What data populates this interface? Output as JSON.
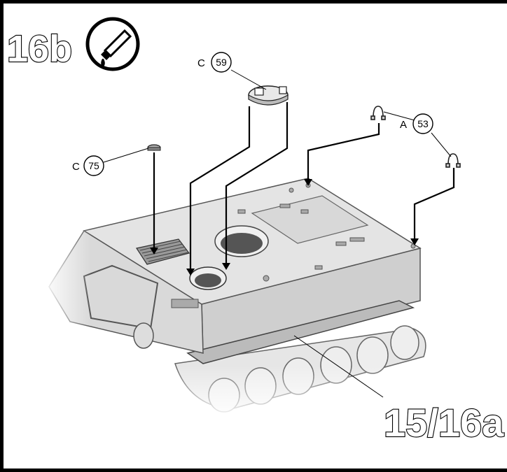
{
  "step": {
    "number": "16b",
    "glue_icon": "glue-tube-icon"
  },
  "parts": [
    {
      "id": "c59",
      "sprue": "C",
      "number": "59"
    },
    {
      "id": "c75",
      "sprue": "C",
      "number": "75"
    },
    {
      "id": "a53",
      "sprue": "A",
      "number": "53"
    }
  ],
  "assembly_ref": "15/16a"
}
